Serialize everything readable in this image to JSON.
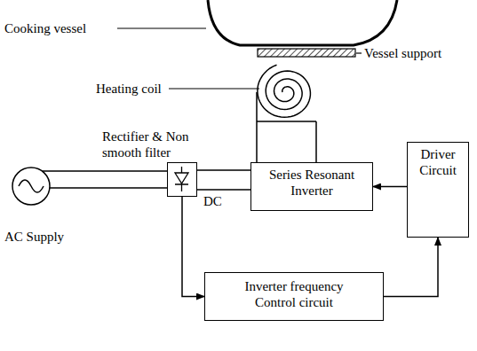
{
  "diagram": {
    "nodes": [
      {
        "text": [
          "AC Supply"
        ]
      },
      {
        "text": [
          "Rectifier & Non smooth filter"
        ]
      },
      {
        "text": [
          "Series Resonant Inverter"
        ]
      },
      {
        "text": [
          "Driver Circuit"
        ]
      },
      {
        "text": [
          "Inverter frequency Control circuit"
        ]
      }
    ],
    "edges": [
      {
        "from": 0,
        "to": 1,
        "arrow": "none"
      },
      {
        "from": 1,
        "to": 2,
        "label": "DC",
        "arrow": "none"
      },
      {
        "from": 1,
        "to": 4,
        "arrow": "to"
      },
      {
        "from": 4,
        "to": 3,
        "arrow": "to"
      },
      {
        "from": 3,
        "to": 2,
        "arrow": "to"
      }
    ],
    "labels": [
      "Cooking vessel",
      "Vessel support",
      "Heating coil"
    ]
  }
}
